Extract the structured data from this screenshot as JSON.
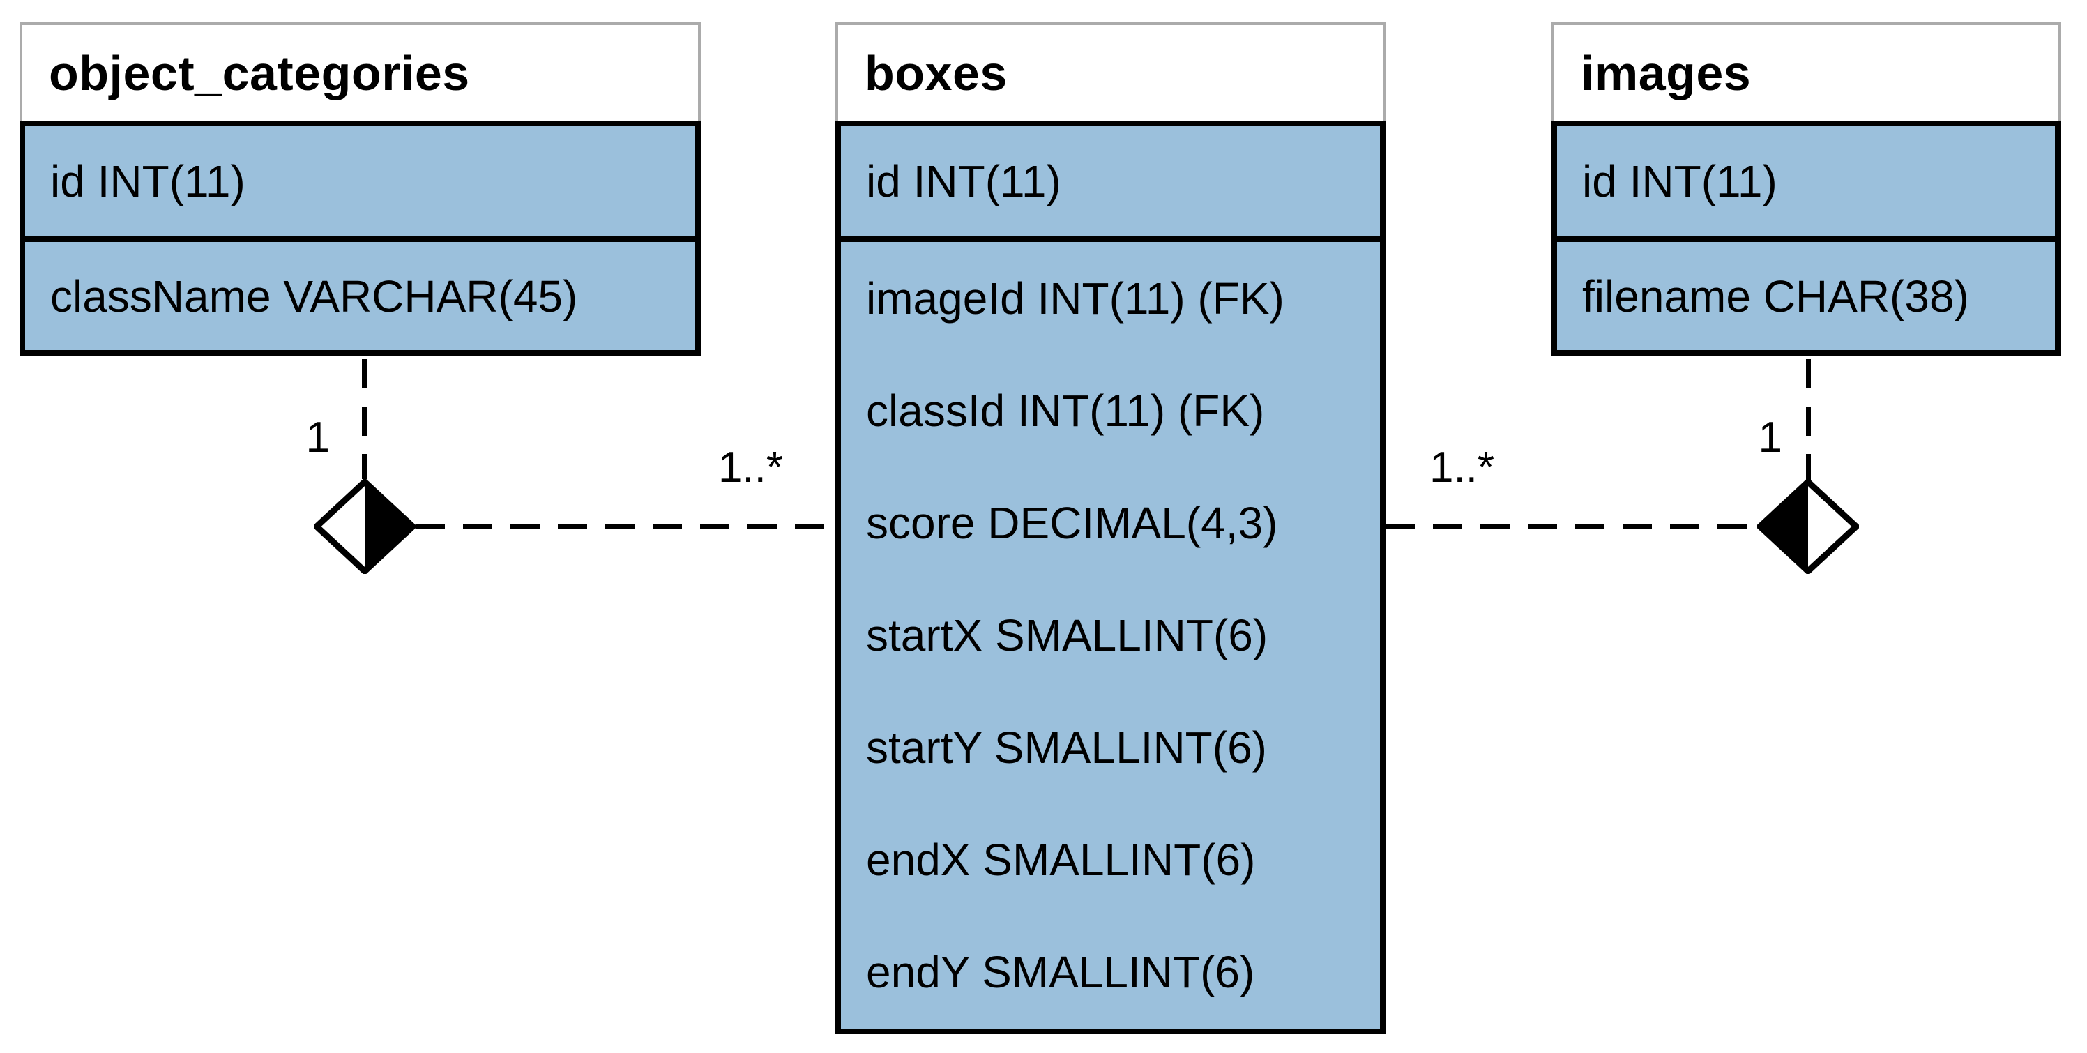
{
  "diagram": {
    "entities": [
      {
        "name": "object_categories",
        "fields": [
          "id INT(11)",
          "className VARCHAR(45)"
        ]
      },
      {
        "name": "boxes",
        "fields": [
          "id INT(11)",
          "imageId INT(11) (FK)",
          "classId INT(11) (FK)",
          "score DECIMAL(4,3)",
          "startX SMALLINT(6)",
          "startY SMALLINT(6)",
          "endX SMALLINT(6)",
          "endY SMALLINT(6)"
        ]
      },
      {
        "name": "images",
        "fields": [
          "id INT(11)",
          "filename CHAR(38)"
        ]
      }
    ],
    "relationships": [
      {
        "from": "object_categories",
        "to": "boxes",
        "from_cardinality": "1",
        "to_cardinality": "1..*",
        "line_style": "dashed",
        "connector": "half-filled-diamond"
      },
      {
        "from": "images",
        "to": "boxes",
        "from_cardinality": "1",
        "to_cardinality": "1..*",
        "line_style": "dashed",
        "connector": "half-filled-diamond"
      }
    ]
  },
  "colors": {
    "row_fill": "#9BC0DC",
    "header_fill": "#FFFFFF",
    "header_border": "#ABABAB",
    "line": "#000000"
  }
}
